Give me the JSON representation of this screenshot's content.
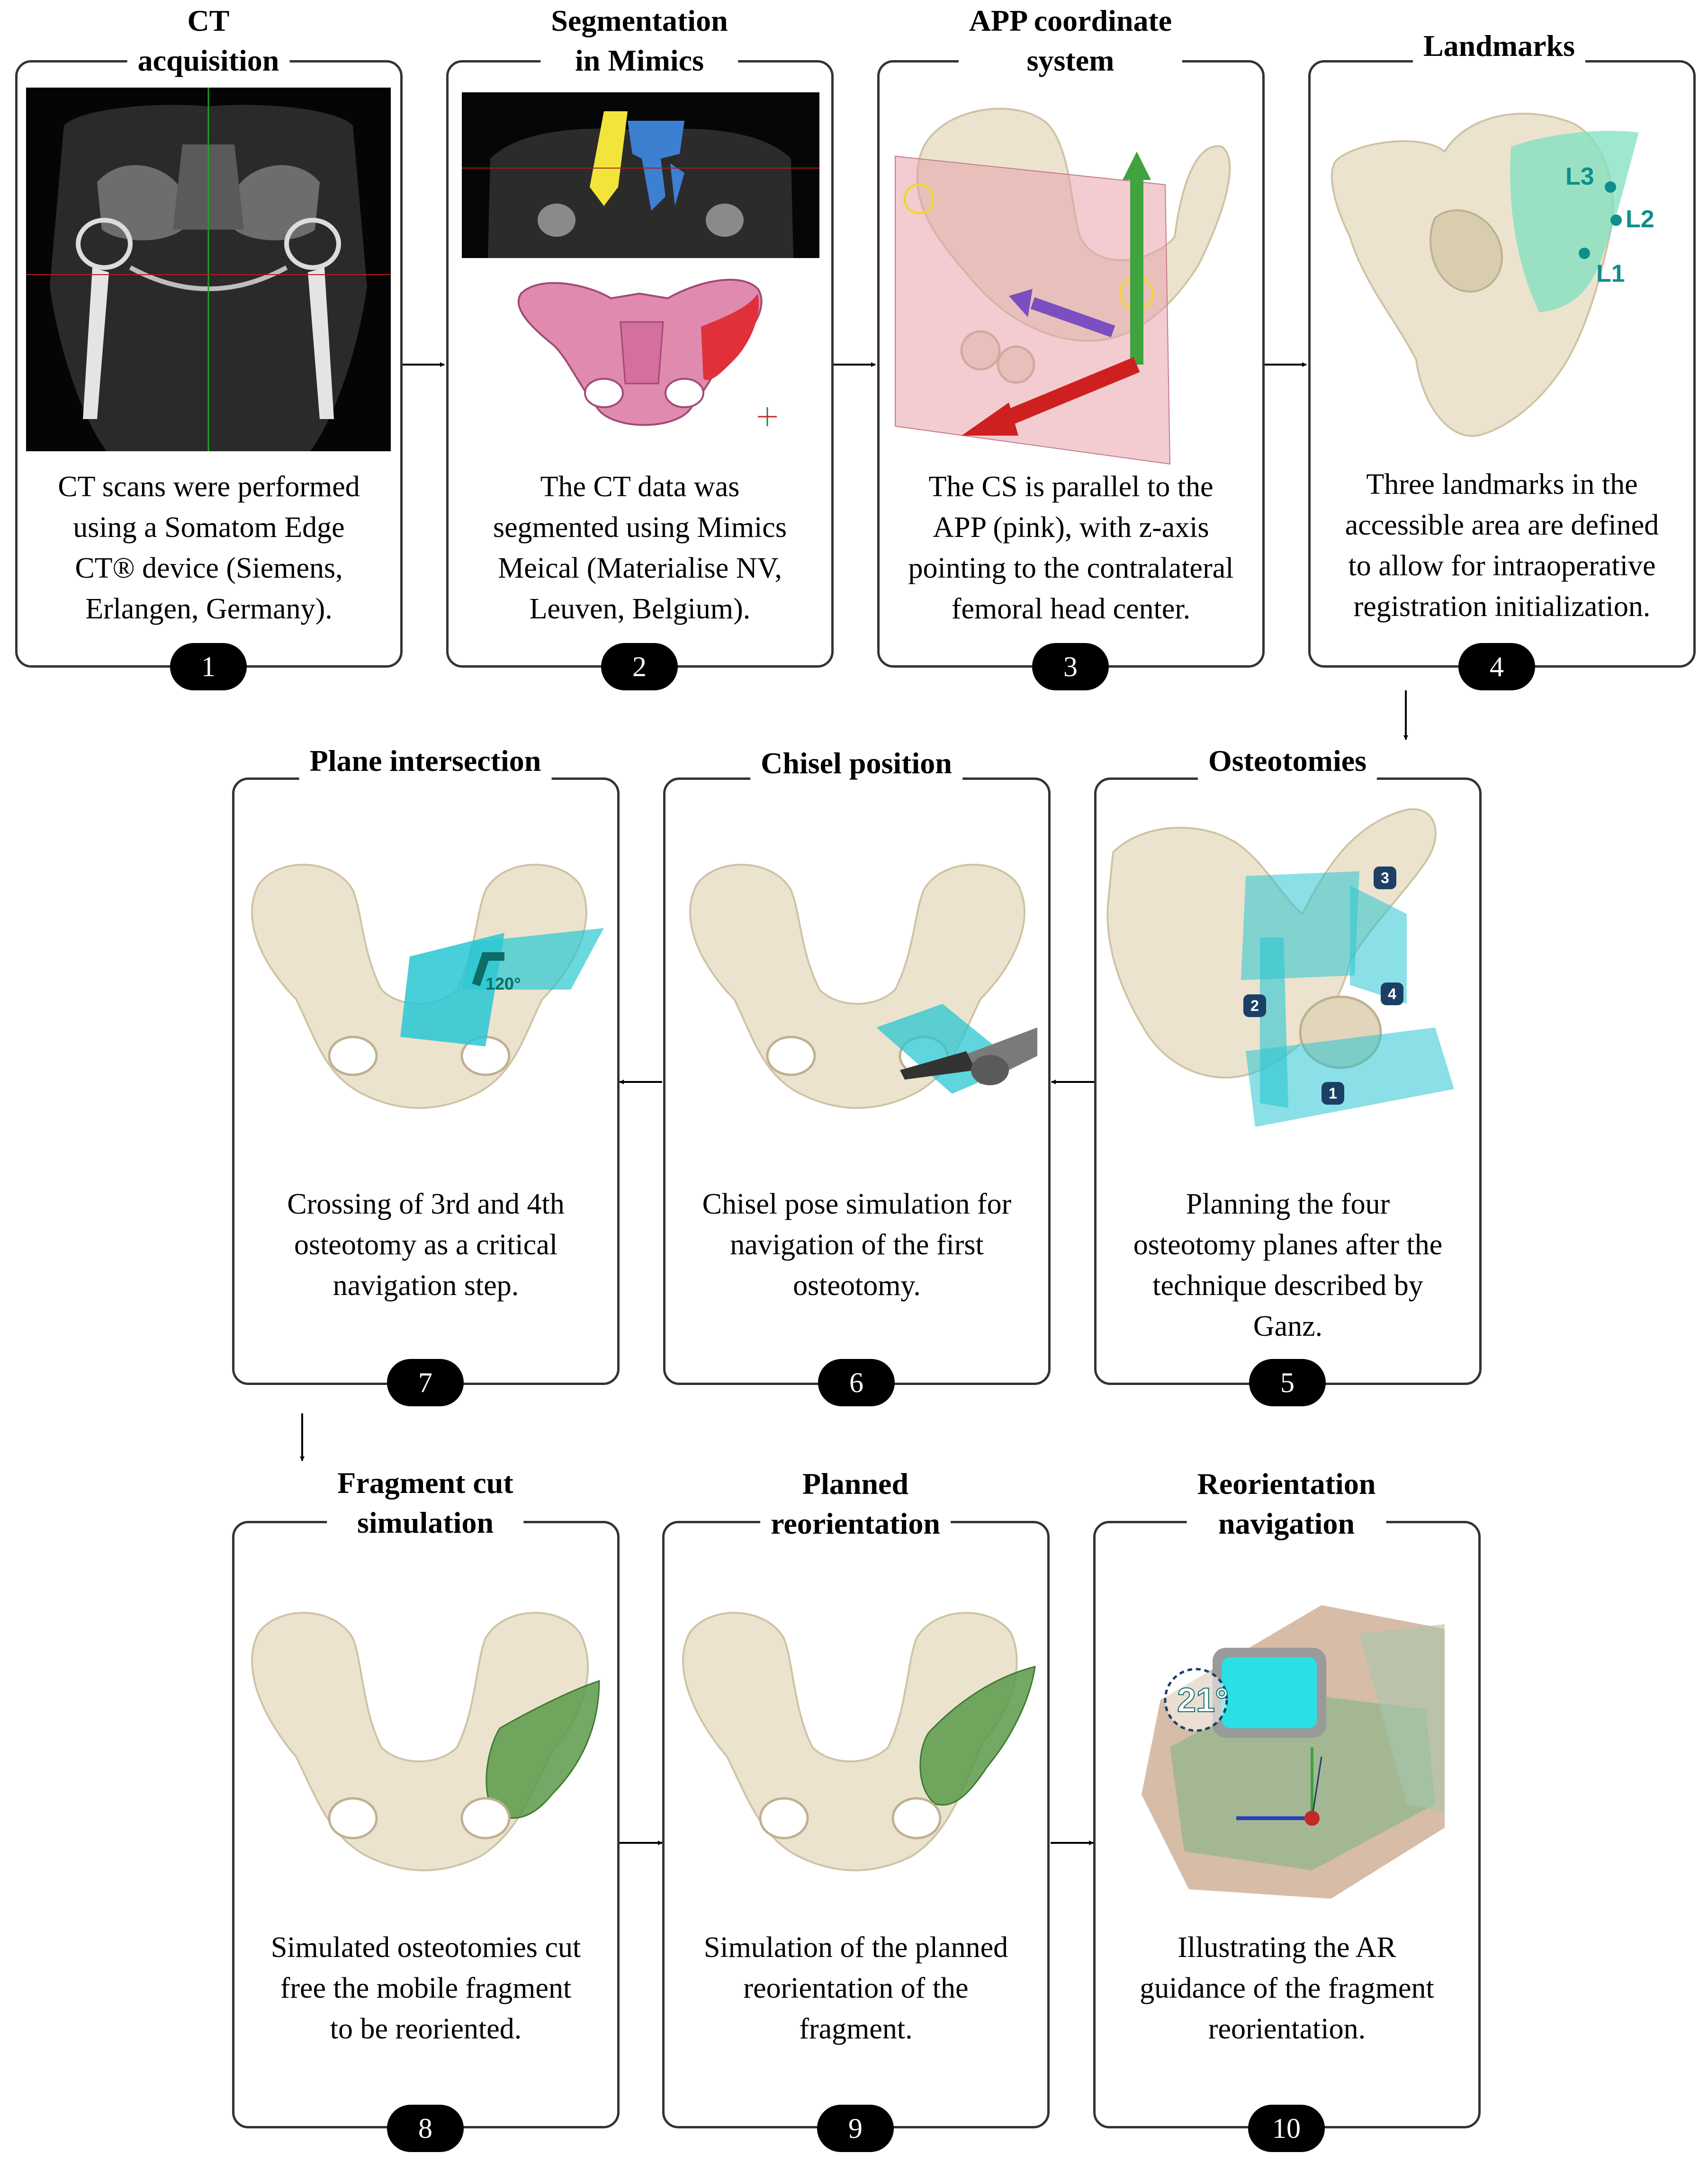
{
  "steps": [
    {
      "number": "1",
      "title_lines": [
        "CT",
        "acquisition"
      ],
      "desc_lines": [
        "CT scans were performed",
        "using a Somatom Edge",
        "CT® device (Siemens,",
        "Erlangen, Germany)."
      ]
    },
    {
      "number": "2",
      "title_lines": [
        "Segmentation",
        "in Mimics"
      ],
      "desc_lines": [
        "The CT data was",
        "segmented using Mimics",
        "Meical (Materialise NV,",
        "Leuven, Belgium)."
      ]
    },
    {
      "number": "3",
      "title_lines": [
        "APP coordinate",
        "system"
      ],
      "desc_lines": [
        "The CS is parallel to the",
        "APP (pink), with z-axis",
        "pointing to the contralateral",
        "femoral head center."
      ]
    },
    {
      "number": "4",
      "title_lines": [
        "Landmarks"
      ],
      "desc_lines": [
        "Three landmarks in the",
        "accessible area are defined",
        "to allow for intraoperative",
        "registration initialization."
      ],
      "landmarks": [
        "L3",
        "L2",
        "L1"
      ]
    },
    {
      "number": "5",
      "title_lines": [
        "Osteotomies"
      ],
      "desc_lines": [
        "Planning the four",
        "osteotomy planes after the",
        "technique described by",
        "Ganz."
      ],
      "plane_markers": [
        "1",
        "2",
        "3",
        "4"
      ]
    },
    {
      "number": "6",
      "title_lines": [
        "Chisel position"
      ],
      "desc_lines": [
        "Chisel pose simulation  for",
        "navigation of the first",
        "osteotomy."
      ]
    },
    {
      "number": "7",
      "title_lines": [
        "Plane intersection"
      ],
      "desc_lines": [
        "Crossing of 3rd and 4th",
        "osteotomy as a critical",
        "navigation step."
      ],
      "angle_label": "120°"
    },
    {
      "number": "8",
      "title_lines": [
        "Fragment cut",
        "simulation"
      ],
      "desc_lines": [
        "Simulated osteotomies cut",
        "free the mobile fragment",
        "to be reoriented."
      ]
    },
    {
      "number": "9",
      "title_lines": [
        "Planned",
        "reorientation"
      ],
      "desc_lines": [
        "Simulation  of the planned",
        "reorientation of the",
        "fragment."
      ]
    },
    {
      "number": "10",
      "title_lines": [
        "Reorientation",
        "navigation"
      ],
      "desc_lines": [
        "Illustrating the AR",
        "guidance of the fragment",
        "reorientation."
      ],
      "overlay_label": "21°"
    }
  ],
  "colors": {
    "bone": "#ece3cf",
    "bone_shadow": "#cfc3a6",
    "cyan": "#29c7d2",
    "green": "#5a9a4a",
    "pink": "#e7a2ac",
    "mint": "#7fe0c0",
    "teal_label": "#0e8f8a",
    "badge": "#000000"
  }
}
